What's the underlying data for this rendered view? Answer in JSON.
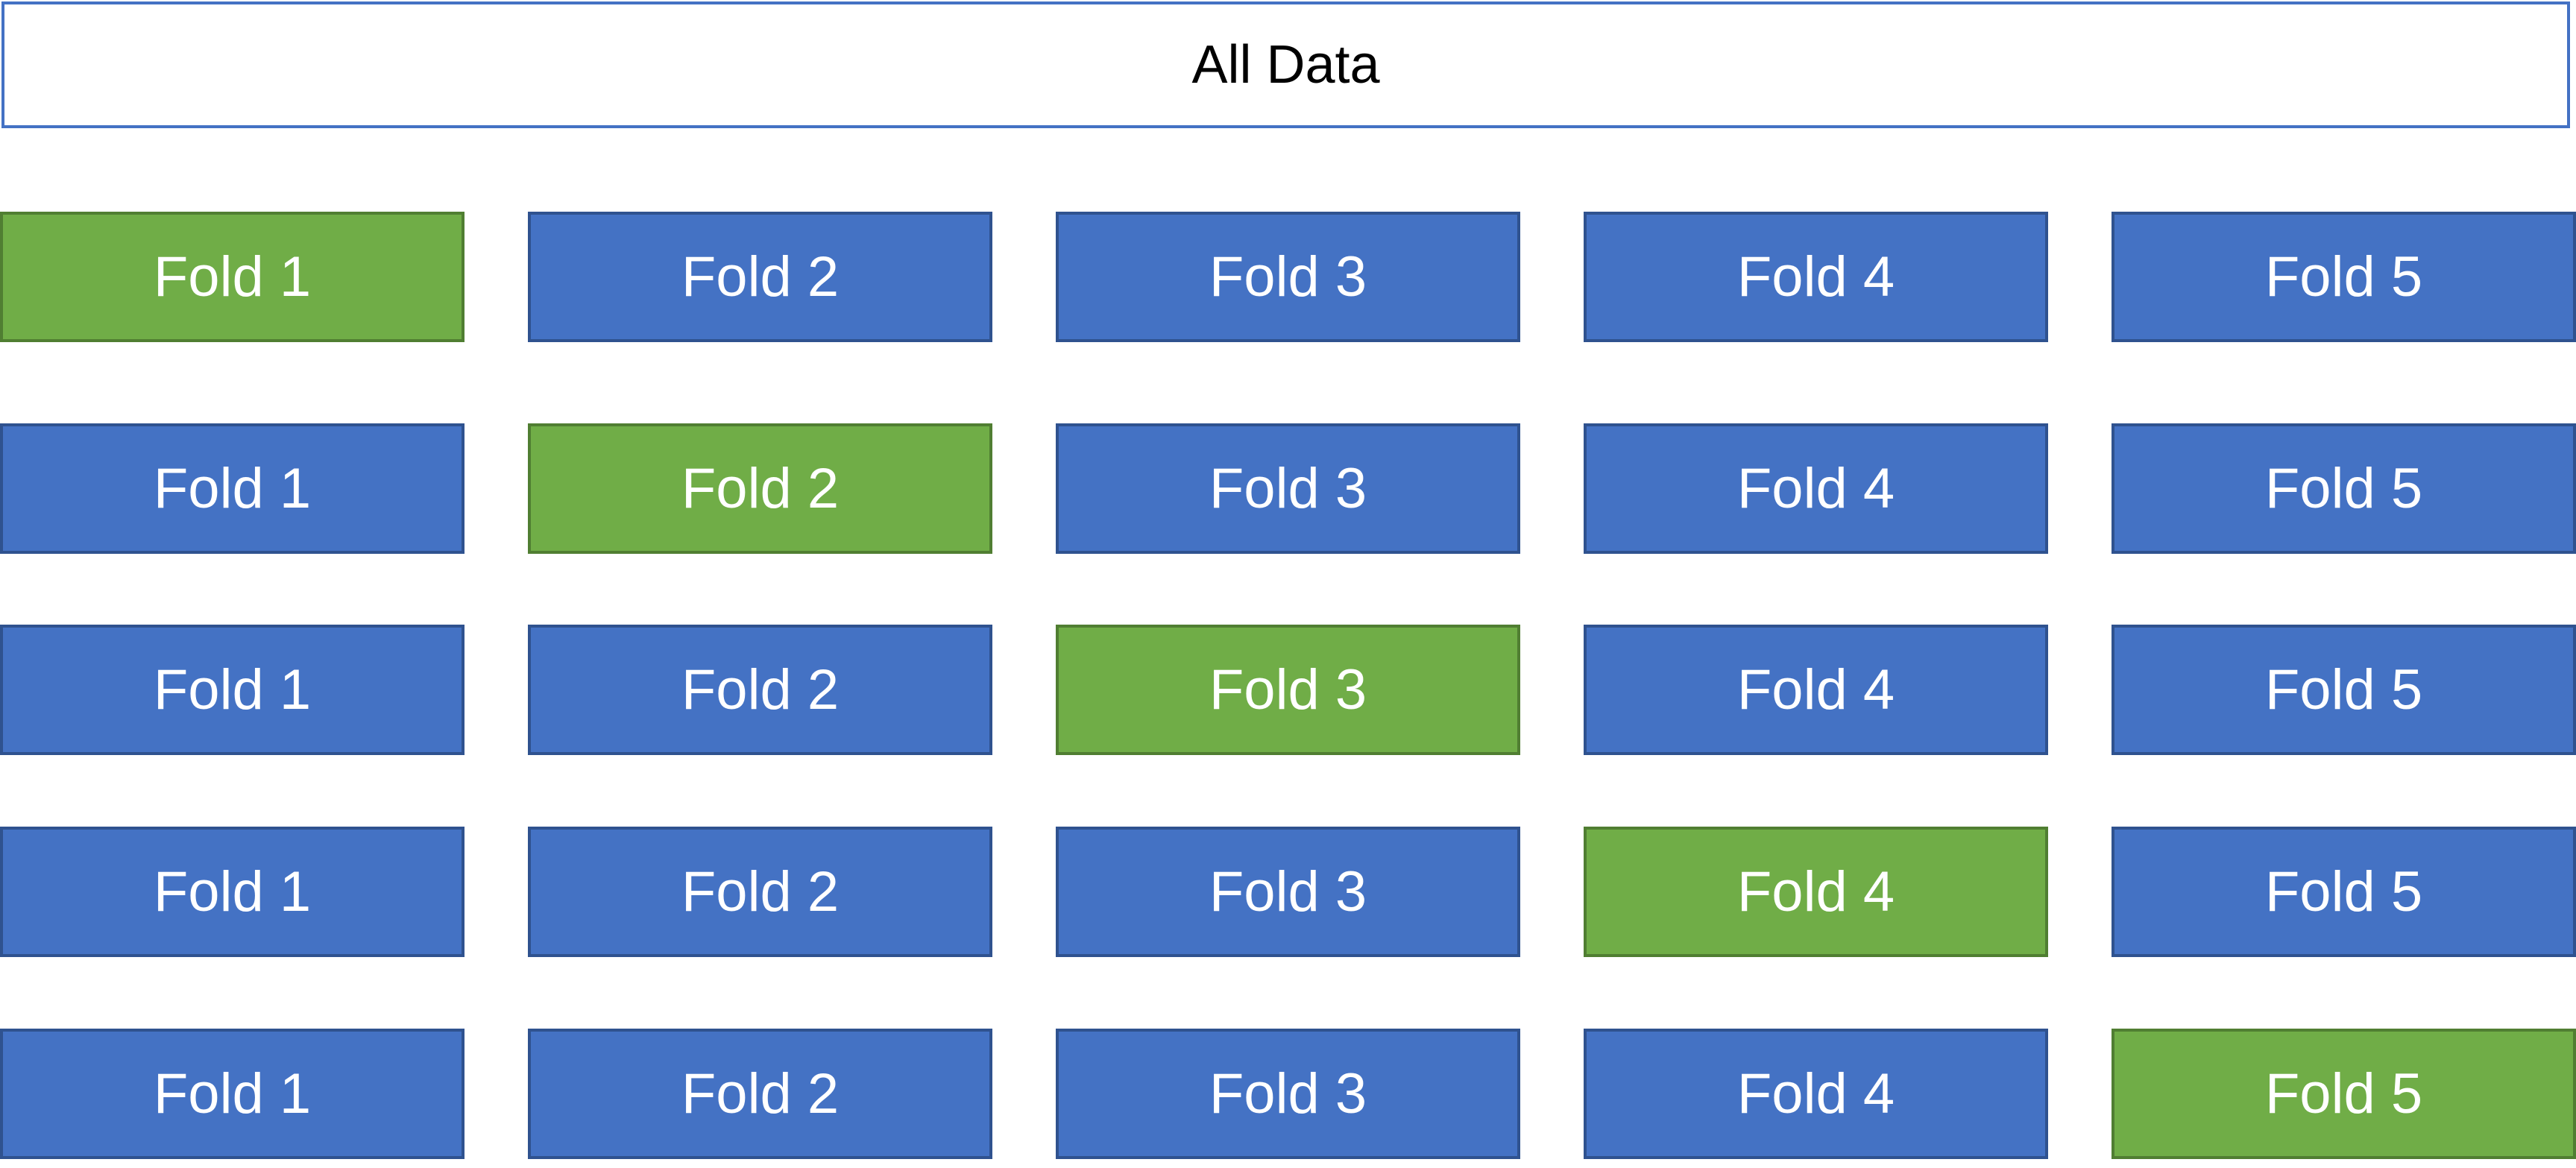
{
  "all_data_label": "All Data",
  "colors": {
    "training": "#4472c4",
    "validation": "#70ad47",
    "outline": "#4472c4"
  },
  "rows": [
    {
      "highlighted": 1,
      "folds": [
        "Fold 1",
        "Fold 2",
        "Fold 3",
        "Fold 4",
        "Fold 5"
      ]
    },
    {
      "highlighted": 2,
      "folds": [
        "Fold 1",
        "Fold 2",
        "Fold 3",
        "Fold 4",
        "Fold 5"
      ]
    },
    {
      "highlighted": 3,
      "folds": [
        "Fold 1",
        "Fold 2",
        "Fold 3",
        "Fold 4",
        "Fold 5"
      ]
    },
    {
      "highlighted": 4,
      "folds": [
        "Fold 1",
        "Fold 2",
        "Fold 3",
        "Fold 4",
        "Fold 5"
      ]
    },
    {
      "highlighted": 5,
      "folds": [
        "Fold 1",
        "Fold 2",
        "Fold 3",
        "Fold 4",
        "Fold 5"
      ]
    }
  ]
}
